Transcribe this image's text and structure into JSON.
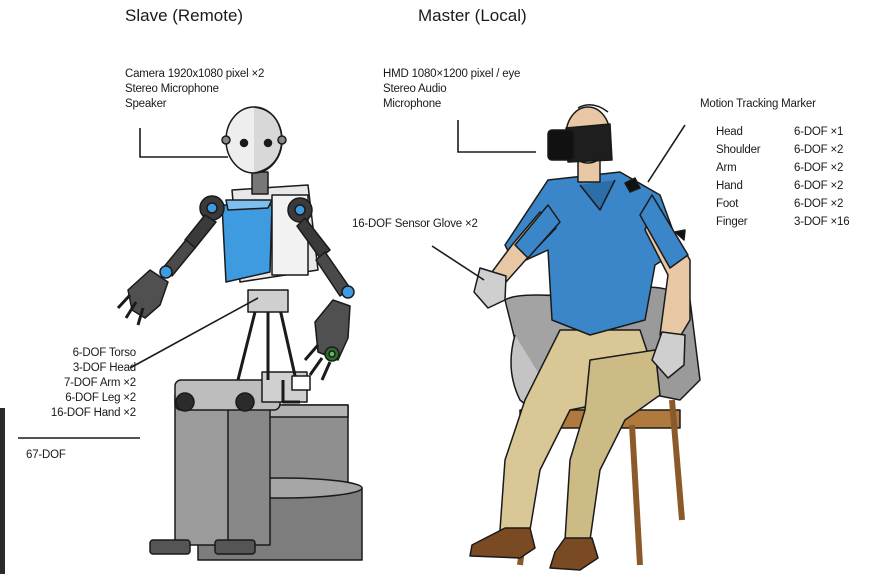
{
  "slave": {
    "title": "Slave (Remote)",
    "sensors": [
      "Camera 1920x1080 pixel ×2",
      "Stereo Microphone",
      "Speaker"
    ],
    "dof_list": [
      "6-DOF Torso",
      "3-DOF Head",
      "7-DOF Arm ×2",
      "6-DOF Leg ×2",
      "16-DOF Hand ×2"
    ],
    "total": "67-DOF"
  },
  "master": {
    "title": "Master (Local)",
    "devices": [
      "HMD 1080×1200 pixel / eye",
      "Stereo Audio",
      "Microphone"
    ],
    "glove": "16-DOF Sensor Glove ×2",
    "tracking_title": "Motion Tracking Marker",
    "tracking": [
      {
        "part": "Head",
        "spec": "6-DOF ×1"
      },
      {
        "part": "Shoulder",
        "spec": "6-DOF ×2"
      },
      {
        "part": "Arm",
        "spec": "6-DOF ×2"
      },
      {
        "part": "Hand",
        "spec": "6-DOF ×2"
      },
      {
        "part": "Foot",
        "spec": "6-DOF ×2"
      },
      {
        "part": "Finger",
        "spec": "3-DOF ×16"
      }
    ]
  },
  "colors": {
    "robot_blue": "#3f9be0",
    "shirt_blue": "#3a86c8",
    "pants_khaki": "#d9c896",
    "chair_wood": "#b07a3e",
    "chair_seat": "#9a9a9a",
    "robot_gray": "#8c8c8c",
    "skin": "#e8c7a4"
  }
}
